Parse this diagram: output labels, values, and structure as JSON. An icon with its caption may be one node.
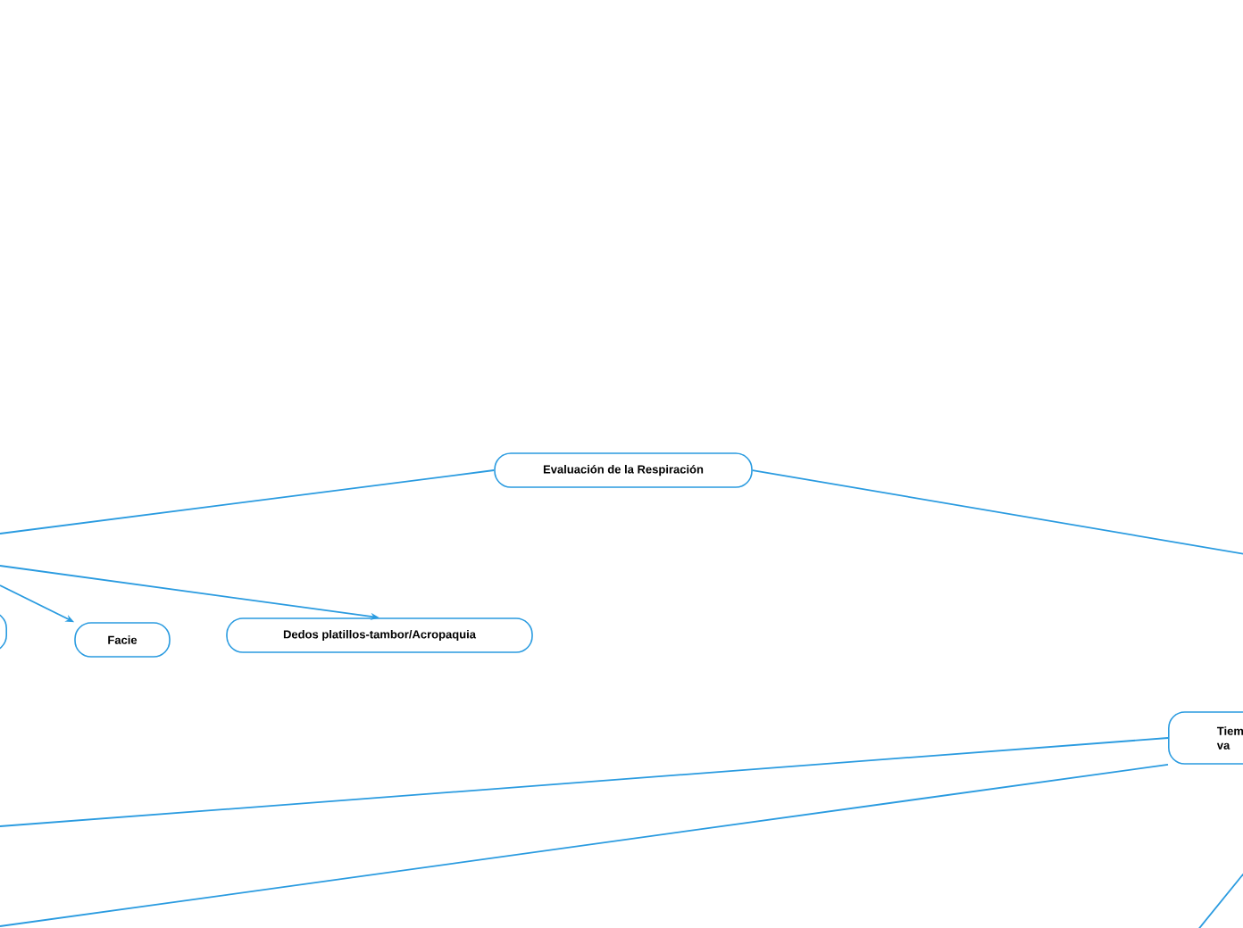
{
  "diagram": {
    "nodes": [
      {
        "text": [
          "Evaluación de la Respiración"
        ]
      },
      {
        "text": [
          "Facie"
        ]
      },
      {
        "text": [
          "Dedos platillos-tambor/Acropaquia"
        ]
      },
      {
        "text": [
          "Tiem va"
        ]
      },
      {
        "text": [],
        "shape": "box"
      }
    ],
    "edges": [
      {
        "from": 0,
        "to": null,
        "arrow": "none"
      },
      {
        "from": 0,
        "to": null,
        "arrow": "none"
      },
      {
        "from": null,
        "to": 1,
        "arrow": "to"
      },
      {
        "from": null,
        "to": 2,
        "arrow": "to"
      },
      {
        "from": 3,
        "to": null,
        "arrow": "none"
      },
      {
        "from": 3,
        "to": null,
        "arrow": "none"
      }
    ]
  }
}
